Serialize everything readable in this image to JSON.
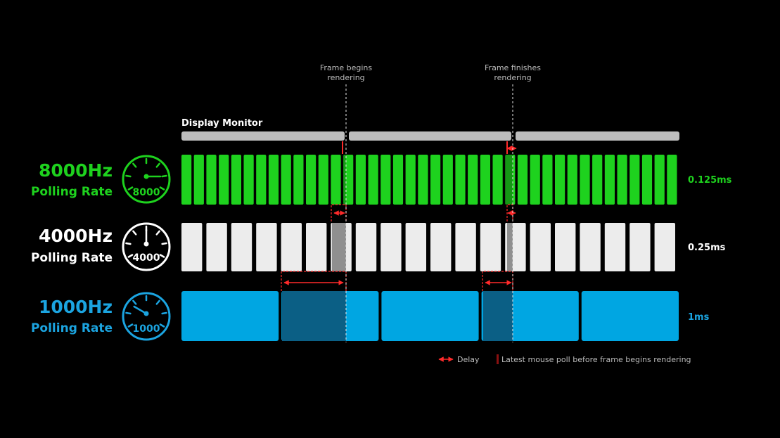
{
  "markers": [
    {
      "line1": "Frame begins",
      "line2": "rendering"
    },
    {
      "line1": "Frame finishes",
      "line2": "rendering"
    }
  ],
  "display": {
    "label": "Display Monitor",
    "segment_count": 3
  },
  "rows": [
    {
      "rate": "8000Hz",
      "label": "Polling Rate",
      "gauge_text": "8000",
      "interval": "0.125ms",
      "color": "#1ed21e",
      "bar_count": 40
    },
    {
      "rate": "4000Hz",
      "label": "Polling Rate",
      "gauge_text": "4000",
      "interval": "0.25ms",
      "color": "#ffffff",
      "bar_count": 20
    },
    {
      "rate": "1000Hz",
      "label": "Polling Rate",
      "gauge_text": "1000",
      "interval": "1ms",
      "color": "#1ba4e0",
      "bar_count": 5
    }
  ],
  "legend": {
    "delay": "Delay",
    "latest_poll": "Latest mouse poll before frame begins rendering"
  },
  "colors": {
    "green": "#1ed21e",
    "white": "#ececec",
    "blue": "#00a6e2",
    "gray_bar": "#bdbdbd",
    "red": "#ff2a2a",
    "background": "#000000"
  }
}
